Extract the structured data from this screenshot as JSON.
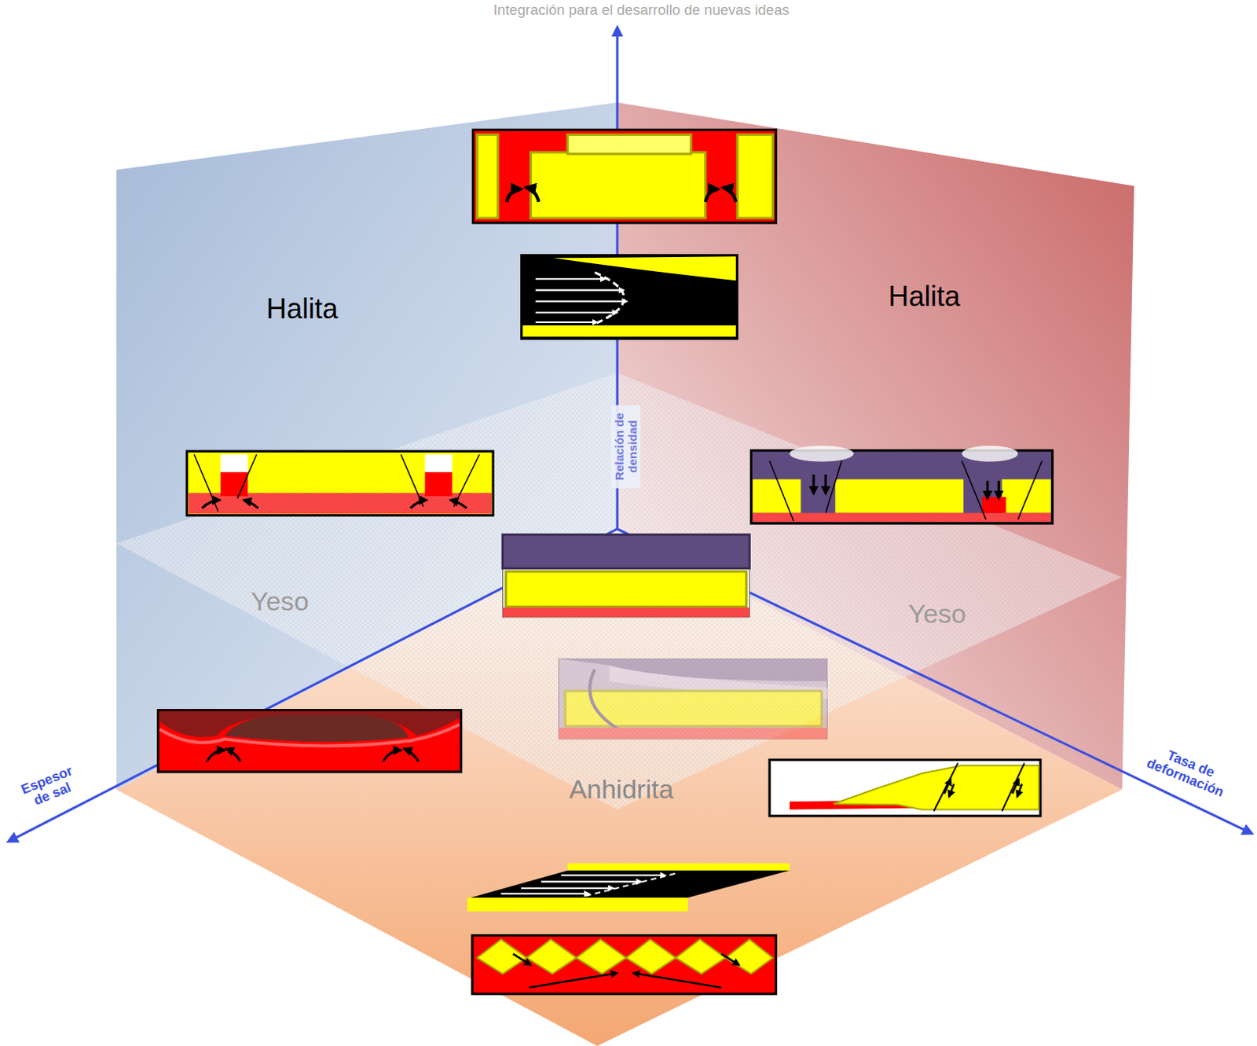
{
  "diagram": {
    "labels": [
      "Integración para el desarrollo de nuevas ideas",
      "Halita",
      "Halita",
      "Relación de densidad",
      "Yeso",
      "Yeso",
      "Anhidrita",
      "Espesor de sal",
      "Tasa de deformación"
    ]
  }
}
